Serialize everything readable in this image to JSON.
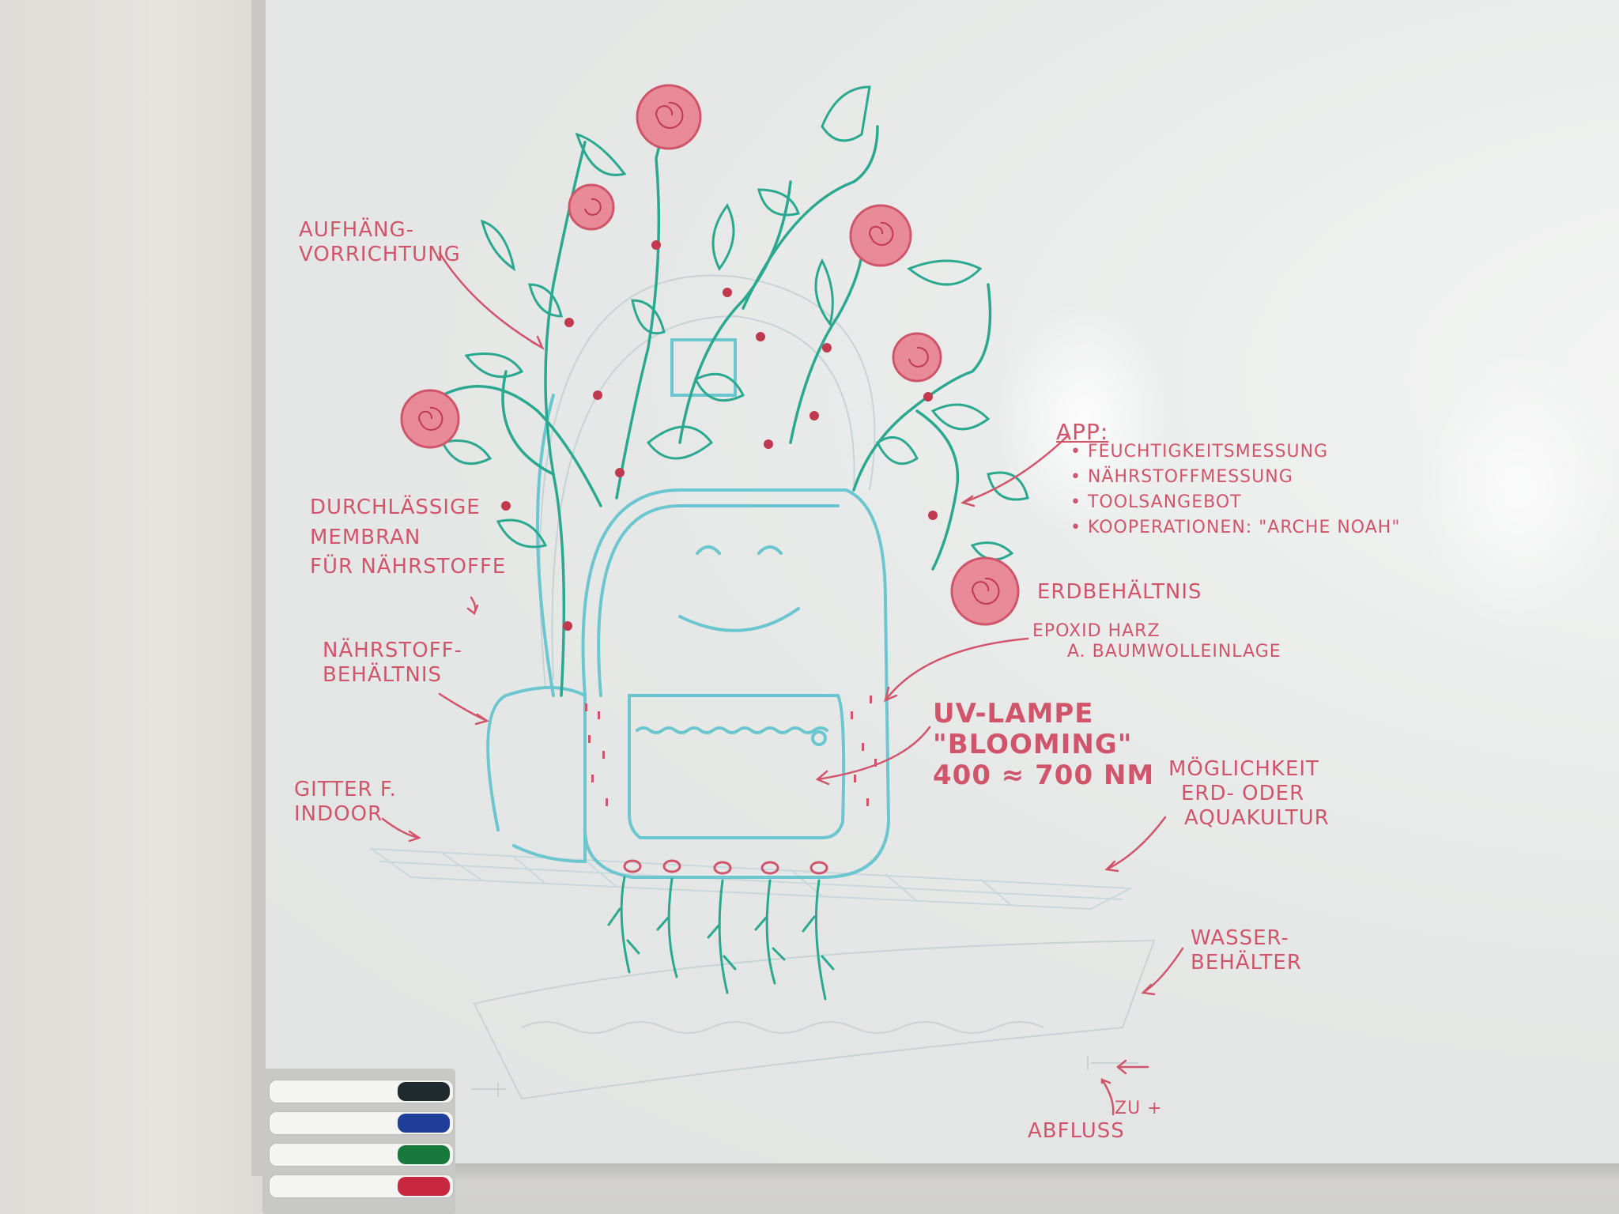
{
  "annotations": {
    "aufhaeng": [
      "Aufhäng-",
      "Vorrichtung"
    ],
    "membran": [
      "Durchlässige",
      "Membran",
      "für Nährstoffe"
    ],
    "naehrstoff": [
      "Nährstoff-",
      "Behältnis"
    ],
    "gitter": [
      "Gitter f.",
      "Indoor"
    ],
    "app": {
      "title": "App:",
      "items": [
        "• Feuchtigkeitsmessung",
        "• Nährstoffmessung",
        "• Toolsangebot",
        "• Kooperationen: \"Arche Noah\""
      ]
    },
    "erdbehaeltnis": "Erdbehältnis",
    "epoxid": [
      "Epoxid Harz",
      "a. Baumwolleinlage"
    ],
    "uv": [
      "UV-Lampe",
      "\"Blooming\"",
      "400 ≈ 700 nm"
    ],
    "moeglichkeit": [
      "Möglichkeit",
      "Erd- oder",
      "Aquakultur"
    ],
    "wasser": [
      "Wasser-",
      "behälter"
    ],
    "zu": "zu +",
    "abfluss": "Abfluss"
  },
  "markers": [
    {
      "name": "black-marker",
      "color": "#1f2a2e"
    },
    {
      "name": "blue-marker",
      "color": "#1f3e9a"
    },
    {
      "name": "green-marker",
      "color": "#177a3c"
    },
    {
      "name": "red-marker",
      "color": "#c8283f"
    }
  ],
  "colors": {
    "ink_red": "#d0556a",
    "ink_teal": "#2aa890",
    "ink_cyan": "#6cc6cf",
    "rose": "#e88a97"
  }
}
